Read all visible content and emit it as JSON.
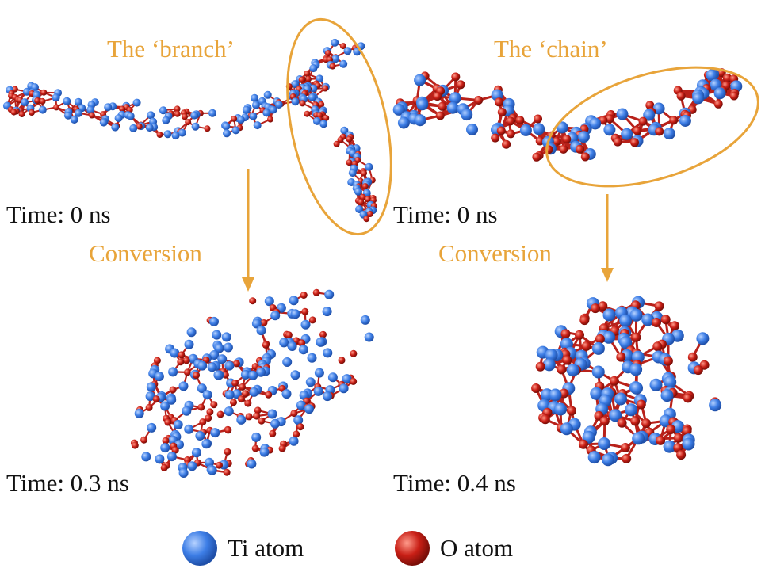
{
  "colors": {
    "ti": "#3d7ee6",
    "ti_highlight": "#a9c8ff",
    "o": "#c91f16",
    "o_highlight": "#ff8a7a",
    "bond": "#b8211a",
    "accent": "#e8a43a",
    "text": "#111111"
  },
  "annotations": {
    "branch_title": "The ‘branch’",
    "chain_title": "The ‘chain’",
    "conversion_left": "Conversion",
    "conversion_right": "Conversion"
  },
  "times": {
    "branch_initial": "Time: 0 ns",
    "chain_initial": "Time: 0 ns",
    "branch_final": "Time: 0.3 ns",
    "chain_final": "Time: 0.4 ns"
  },
  "legend": {
    "ti_label": "Ti atom",
    "o_label": "O atom"
  }
}
